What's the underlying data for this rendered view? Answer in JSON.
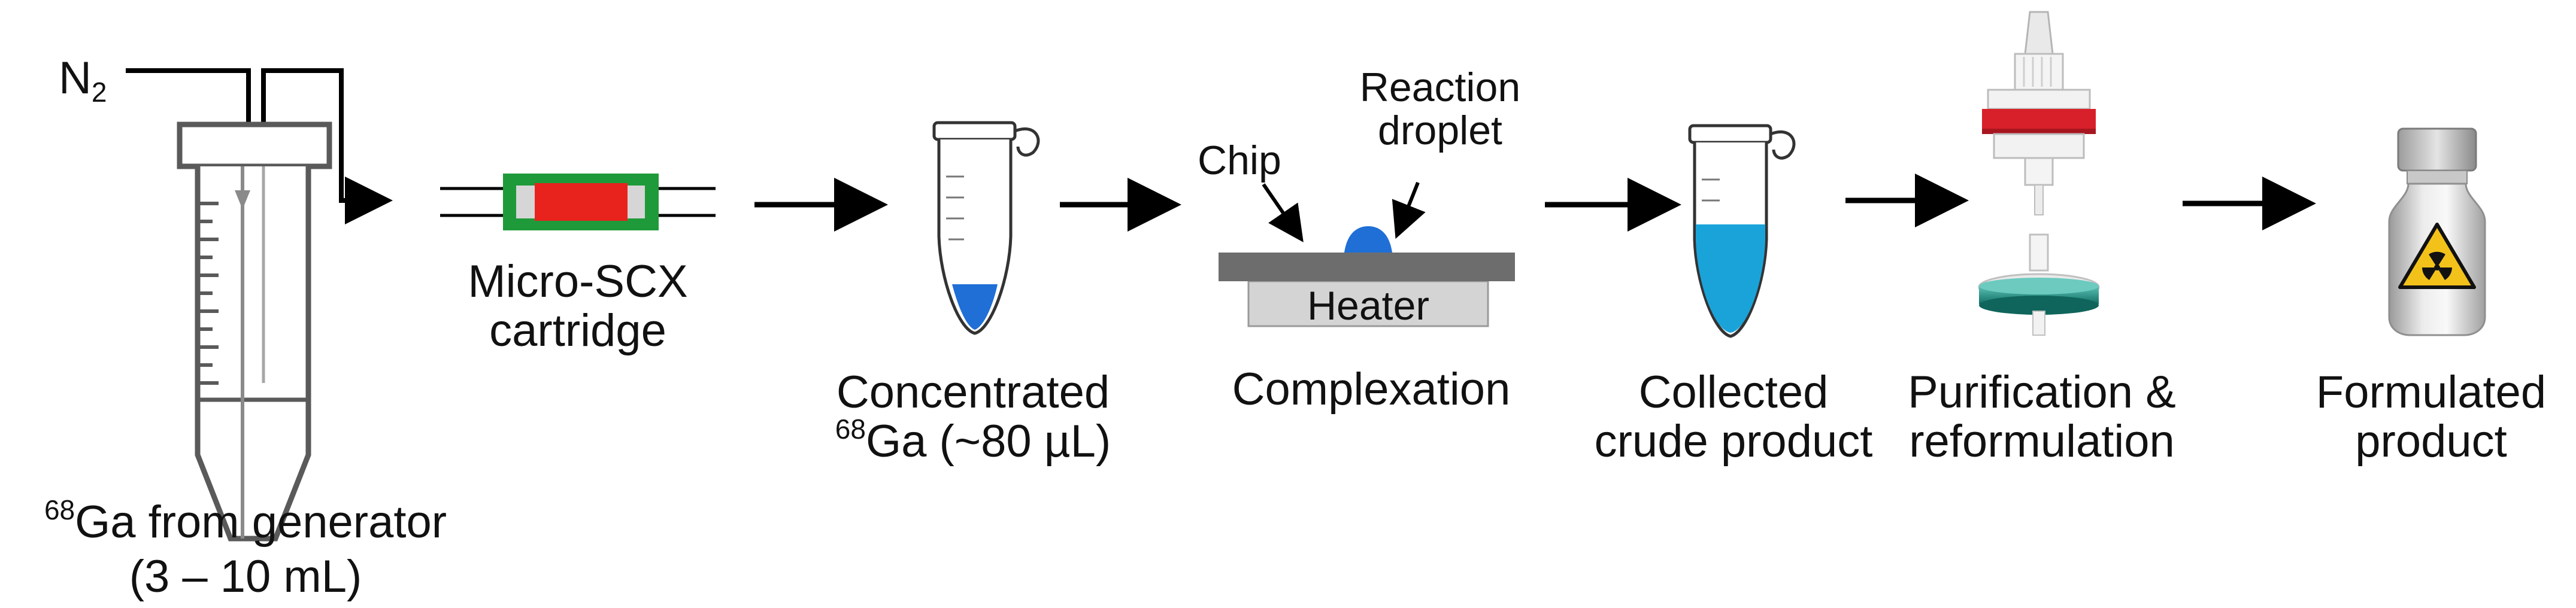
{
  "gas": {
    "symbol": "N",
    "subscript": "2"
  },
  "steps": {
    "generator": {
      "iso": "68",
      "line1": "Ga from generator",
      "line2": "(3 – 10 mL)"
    },
    "cartridge": {
      "line1": "Micro-SCX",
      "line2": "cartridge"
    },
    "concentrated": {
      "line1": "Concentrated",
      "iso": "68",
      "line2": "Ga (~80 µL)"
    },
    "complexation": {
      "label": "Complexation",
      "chip": "Chip",
      "droplet_line1": "Reaction",
      "droplet_line2": "droplet",
      "heater": "Heater"
    },
    "collected": {
      "line1": "Collected",
      "line2": "crude product"
    },
    "purification": {
      "line1": "Purification &",
      "line2": "reformulation"
    },
    "formulated": {
      "line1": "Formulated",
      "line2": "product"
    }
  },
  "colors": {
    "line": "#000000",
    "tube_outline": "#555555",
    "cartridge_green": "#1f9a3a",
    "cartridge_red": "#e8231e",
    "liquid_dark": "#1f6fd6",
    "liquid_light": "#1aa3d9",
    "chip": "#6d6d6d",
    "heater": "#d4d4d4",
    "filter_red": "#d8202b",
    "filter_teal": "#1b8d80",
    "hazard_yellow": "#f2c21b"
  },
  "icons": [
    "centrifuge-tube-icon",
    "cartridge-icon",
    "microtube-icon",
    "chip-heater-icon",
    "syringe-filter-icon",
    "vial-radiation-icon"
  ]
}
